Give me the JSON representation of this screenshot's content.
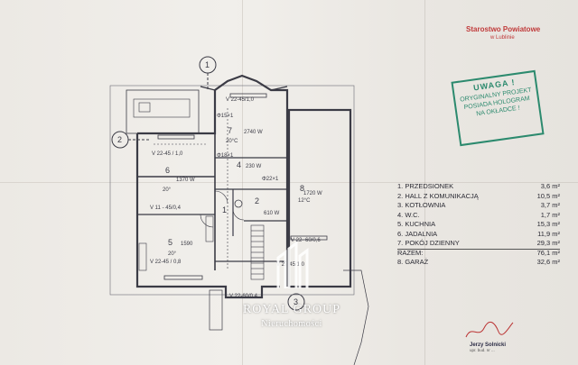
{
  "stamps": {
    "office_line1": "Starostwo Powiatowe",
    "office_line2": "w Lublinie",
    "notice_title": "UWAGA !",
    "notice_line1": "ORYGINALNY PROJEKT",
    "notice_line2": "POSIADA HOLOGRAM",
    "notice_line3": "NA OKŁADCE !",
    "author": "Jerzy Solnicki",
    "author_details": "upr. bud. nr ..."
  },
  "axes": {
    "axis1": "1",
    "axis2": "2",
    "axis3": "3"
  },
  "rooms": [
    {
      "id": "room-1",
      "number": "1",
      "label": ""
    },
    {
      "id": "room-2",
      "number": "2",
      "label": ""
    },
    {
      "id": "room-4",
      "number": "4",
      "label": ""
    },
    {
      "id": "room-5",
      "number": "5",
      "label": "20°"
    },
    {
      "id": "room-6",
      "number": "6",
      "label": "20°"
    },
    {
      "id": "room-7",
      "number": "7",
      "label": "20°C"
    },
    {
      "id": "room-8",
      "number": "8",
      "label": "12°C"
    }
  ],
  "annotations": {
    "a1": "V 22-45/1,0",
    "a2": "V 22-45 / 1,0",
    "a3": "2740 W",
    "a4": "1370 W",
    "a5": "1720 W",
    "a6": "230 W",
    "a7": "610 W",
    "a8": "1590",
    "a9": "V 22-45 / 0,8",
    "a10": "V 22- 60/0,6",
    "a11": "V 22-45/1,0",
    "a12": "V 22-60/0,4",
    "a13": "Φ15×1",
    "a14": "Φ18×1",
    "a15": "Φ22×1",
    "a16": "V 11 - 45/0,4"
  },
  "legend": {
    "items": [
      {
        "name": "1. PRZEDSIONEK",
        "value": "3,6 m²"
      },
      {
        "name": "2. HALL Z KOMUNIKACJĄ",
        "value": "10,5 m²"
      },
      {
        "name": "3. KOTŁOWNIA",
        "value": "3,7 m²"
      },
      {
        "name": "4. W.C.",
        "value": "1,7 m²"
      },
      {
        "name": "5. KUCHNIA",
        "value": "15,3 m²"
      },
      {
        "name": "6. JADALNIA",
        "value": "11,9 m²"
      },
      {
        "name": "7. POKÓJ DZIENNY",
        "value": "29,3 m²"
      }
    ],
    "total_label": "RAZEM:",
    "total_value": "76,1 m²",
    "garage_label": "8. GARAŻ",
    "garage_value": "32,6 m²"
  },
  "watermark": {
    "name": "ROYAL GROUP",
    "subtitle": "Nieruchomości"
  },
  "colors": {
    "paper": "#ece9e4",
    "line": "#3b3b45",
    "stamp_red": "#c03a3a",
    "stamp_green": "#2c8a6e"
  }
}
